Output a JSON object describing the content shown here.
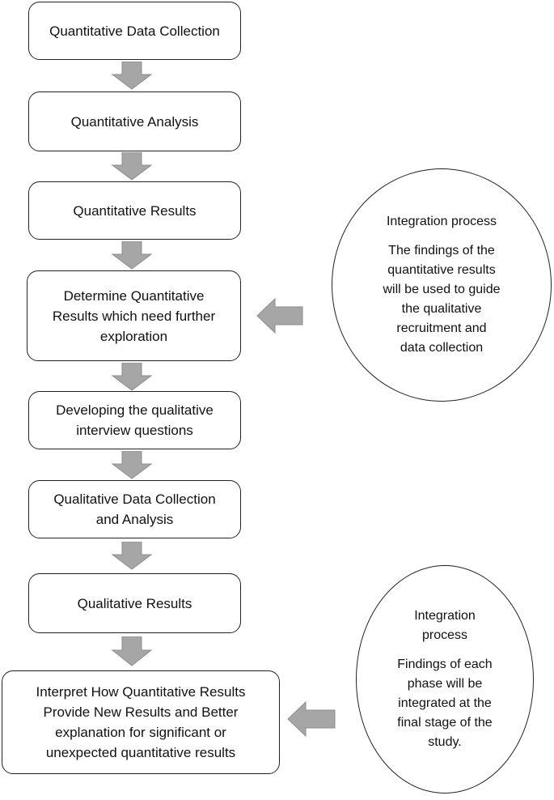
{
  "steps": [
    {
      "label": "Quantitative Data Collection"
    },
    {
      "label": "Quantitative Analysis"
    },
    {
      "label": "Quantitative Results"
    },
    {
      "label": "Determine Quantitative\nResults which need further\nexploration"
    },
    {
      "label": "Developing the qualitative\ninterview questions"
    },
    {
      "label": "Qualitative Data Collection\nand Analysis"
    },
    {
      "label": "Qualitative Results"
    },
    {
      "label": "Interpret How Quantitative Results\nProvide New Results and Better\nexplanation for significant or\nunexpected quantitative results"
    }
  ],
  "integration": [
    {
      "title": "Integration process",
      "body": "The findings of the\nquantitative results\nwill be used to guide\nthe qualitative\nrecruitment and\ndata collection"
    },
    {
      "title": "Integration\nprocess",
      "body": "Findings of each\nphase will be\nintegrated at the\nfinal stage of the\nstudy."
    }
  ],
  "colors": {
    "arrow_fill": "#a6a6a6",
    "arrow_stroke": "#8c8c8c",
    "border": "#222222"
  }
}
